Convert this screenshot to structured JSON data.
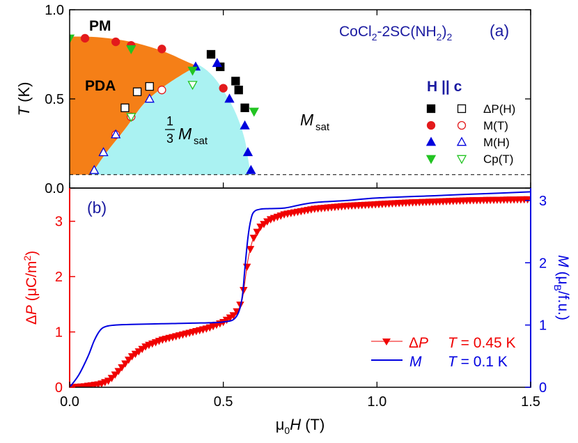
{
  "figure_text": {
    "panel_a_label": "(a)",
    "panel_b_label": "(b)",
    "compound_formula": "CoCl2-2SC(NH2)2",
    "field_direction": "H || c",
    "phase_pm": "PM",
    "phase_pda": "PDA",
    "phase_third_plateau": "1/3 Msat",
    "phase_saturated": "Msat",
    "x_axis_label": "μ0H (T)",
    "ya_label": "T (K)",
    "yb_left_label": "ΔP (μC/m2)",
    "yb_right_label": "M (μB/f.u.)"
  },
  "chart_data": [
    {
      "type": "scatter",
      "panel": "(a)",
      "title": "CoCl2-2SC(NH2)2 (a)",
      "xlabel": "μ0H (T)",
      "ylabel": "T (K)",
      "xlim": [
        0,
        1.5
      ],
      "ylim": [
        0,
        1.0
      ],
      "x_ticks": [
        0.0,
        0.5,
        1.0,
        1.5
      ],
      "y_ticks": [
        0.0,
        0.5,
        1.0
      ],
      "y_tick_labels": [
        "0.0",
        "0.5",
        "1.0"
      ],
      "grid": false,
      "legend_title": "H || c",
      "legend_position": "right",
      "regions": [
        {
          "label": "PM",
          "color": "#ffffff"
        },
        {
          "label": "PDA",
          "color": "#f57f17"
        },
        {
          "label": "1/3 Msat",
          "color": "#aaf2f2"
        },
        {
          "label": "Msat",
          "color": "#ffffff"
        }
      ],
      "base_temperature_line": 0.075,
      "pda_boundary": {
        "x": [
          0.0,
          0.1,
          0.2,
          0.3,
          0.38,
          0.42,
          0.45
        ],
        "y": [
          0.85,
          0.845,
          0.82,
          0.77,
          0.71,
          0.68,
          0.655
        ]
      },
      "third_plateau_boundary": {
        "x": [
          0.07,
          0.12,
          0.18,
          0.24,
          0.3,
          0.36,
          0.4,
          0.42,
          0.47,
          0.52,
          0.55,
          0.57,
          0.58,
          0.59
        ],
        "y": [
          0.075,
          0.2,
          0.33,
          0.47,
          0.56,
          0.63,
          0.67,
          0.69,
          0.62,
          0.49,
          0.38,
          0.27,
          0.17,
          0.075
        ]
      },
      "series": [
        {
          "name": "ΔP(H)",
          "marker": "square",
          "filled": true,
          "color": "#000000",
          "x": [
            0.46,
            0.49,
            0.54,
            0.55,
            0.57
          ],
          "y": [
            0.75,
            0.68,
            0.6,
            0.55,
            0.45
          ]
        },
        {
          "name": "ΔP(H)",
          "marker": "square",
          "filled": false,
          "color": "#000000",
          "x": [
            0.18,
            0.22,
            0.26
          ],
          "y": [
            0.45,
            0.54,
            0.57
          ]
        },
        {
          "name": "M(T)",
          "marker": "circle",
          "filled": true,
          "color": "#e31a1c",
          "x": [
            0.05,
            0.15,
            0.2,
            0.3,
            0.5
          ],
          "y": [
            0.84,
            0.82,
            0.8,
            0.78,
            0.56
          ]
        },
        {
          "name": "M(T)",
          "marker": "circle",
          "filled": false,
          "color": "#e31a1c",
          "x": [
            0.15,
            0.2,
            0.3
          ],
          "y": [
            0.3,
            0.4,
            0.55
          ]
        },
        {
          "name": "M(H)",
          "marker": "triangle-up",
          "filled": true,
          "color": "#0000dd",
          "x": [
            0.41,
            0.48,
            0.52,
            0.57,
            0.58,
            0.59
          ],
          "y": [
            0.68,
            0.7,
            0.5,
            0.35,
            0.2,
            0.1
          ]
        },
        {
          "name": "M(H)",
          "marker": "triangle-up",
          "filled": false,
          "color": "#0000dd",
          "x": [
            0.08,
            0.11,
            0.15,
            0.26
          ],
          "y": [
            0.1,
            0.2,
            0.3,
            0.5
          ]
        },
        {
          "name": "Cp(T)",
          "marker": "triangle-down",
          "filled": true,
          "color": "#22c422",
          "x": [
            0.0,
            0.2,
            0.4,
            0.6
          ],
          "y": [
            0.84,
            0.78,
            0.66,
            0.43
          ]
        },
        {
          "name": "Cp(T)",
          "marker": "triangle-down",
          "filled": false,
          "color": "#22c422",
          "x": [
            0.2,
            0.4
          ],
          "y": [
            0.4,
            0.58
          ]
        }
      ]
    },
    {
      "type": "line",
      "panel": "(b)",
      "title": "(b)",
      "xlabel": "μ0H (T)",
      "ylabel": "ΔP (μC/m2)",
      "y2label": "M (μB/f.u.)",
      "xlim": [
        0,
        1.5
      ],
      "ylim": [
        0,
        3.6
      ],
      "y2lim": [
        0,
        3.2
      ],
      "x_ticks": [
        0.0,
        0.5,
        1.0,
        1.5
      ],
      "x_tick_labels": [
        "0.0",
        "0.5",
        "1.0",
        "1.5"
      ],
      "y_ticks": [
        0,
        1,
        2,
        3
      ],
      "y2_ticks": [
        0,
        1,
        2,
        3
      ],
      "grid": false,
      "legend_position": "bottom-right",
      "series": [
        {
          "name": "ΔP",
          "annotation": "T = 0.45 K",
          "axis": "left",
          "color": "#f00000",
          "marker": "triangle-down",
          "x": [
            0.0,
            0.05,
            0.1,
            0.13,
            0.16,
            0.2,
            0.25,
            0.3,
            0.35,
            0.4,
            0.45,
            0.5,
            0.54,
            0.56,
            0.57,
            0.58,
            0.59,
            0.6,
            0.62,
            0.65,
            0.7,
            0.8,
            0.9,
            1.0,
            1.1,
            1.2,
            1.3,
            1.4,
            1.5
          ],
          "y": [
            0.0,
            0.02,
            0.06,
            0.13,
            0.3,
            0.55,
            0.75,
            0.86,
            0.93,
            1.0,
            1.07,
            1.18,
            1.33,
            1.55,
            1.9,
            2.3,
            2.55,
            2.72,
            2.9,
            3.03,
            3.13,
            3.23,
            3.28,
            3.31,
            3.34,
            3.36,
            3.38,
            3.39,
            3.4
          ]
        },
        {
          "name": "M",
          "annotation": "T = 0.1 K",
          "axis": "right",
          "color": "#0000e0",
          "marker": "none",
          "x": [
            0.0,
            0.03,
            0.06,
            0.08,
            0.1,
            0.12,
            0.15,
            0.2,
            0.3,
            0.4,
            0.5,
            0.54,
            0.56,
            0.57,
            0.58,
            0.59,
            0.6,
            0.62,
            0.65,
            0.7,
            0.75,
            0.8,
            0.9,
            1.0,
            1.2,
            1.4,
            1.5
          ],
          "y": [
            0.0,
            0.2,
            0.5,
            0.75,
            0.92,
            0.98,
            1.0,
            1.01,
            1.02,
            1.03,
            1.05,
            1.12,
            1.4,
            1.9,
            2.4,
            2.7,
            2.82,
            2.86,
            2.87,
            2.88,
            2.93,
            2.97,
            3.0,
            3.04,
            3.08,
            3.12,
            3.14
          ]
        }
      ]
    }
  ]
}
